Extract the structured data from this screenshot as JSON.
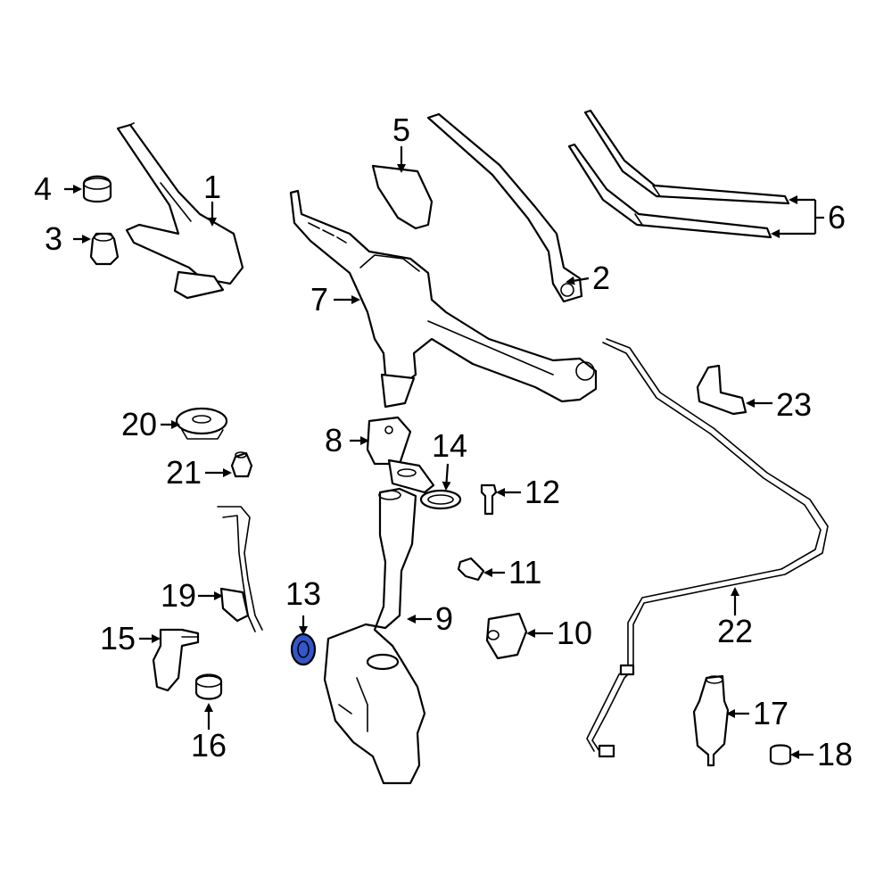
{
  "diagram": {
    "labels": {
      "p1": "1",
      "p2": "2",
      "p3": "3",
      "p4": "4",
      "p5": "5",
      "p6": "6",
      "p7": "7",
      "p8": "8",
      "p9": "9",
      "p10": "10",
      "p11": "11",
      "p12": "12",
      "p13": "13",
      "p14": "14",
      "p15": "15",
      "p16": "16",
      "p17": "17",
      "p18": "18",
      "p19": "19",
      "p20": "20",
      "p21": "21",
      "p22": "22",
      "p23": "23"
    },
    "highlight_color": "#3356c9",
    "line_color": "#000000"
  }
}
